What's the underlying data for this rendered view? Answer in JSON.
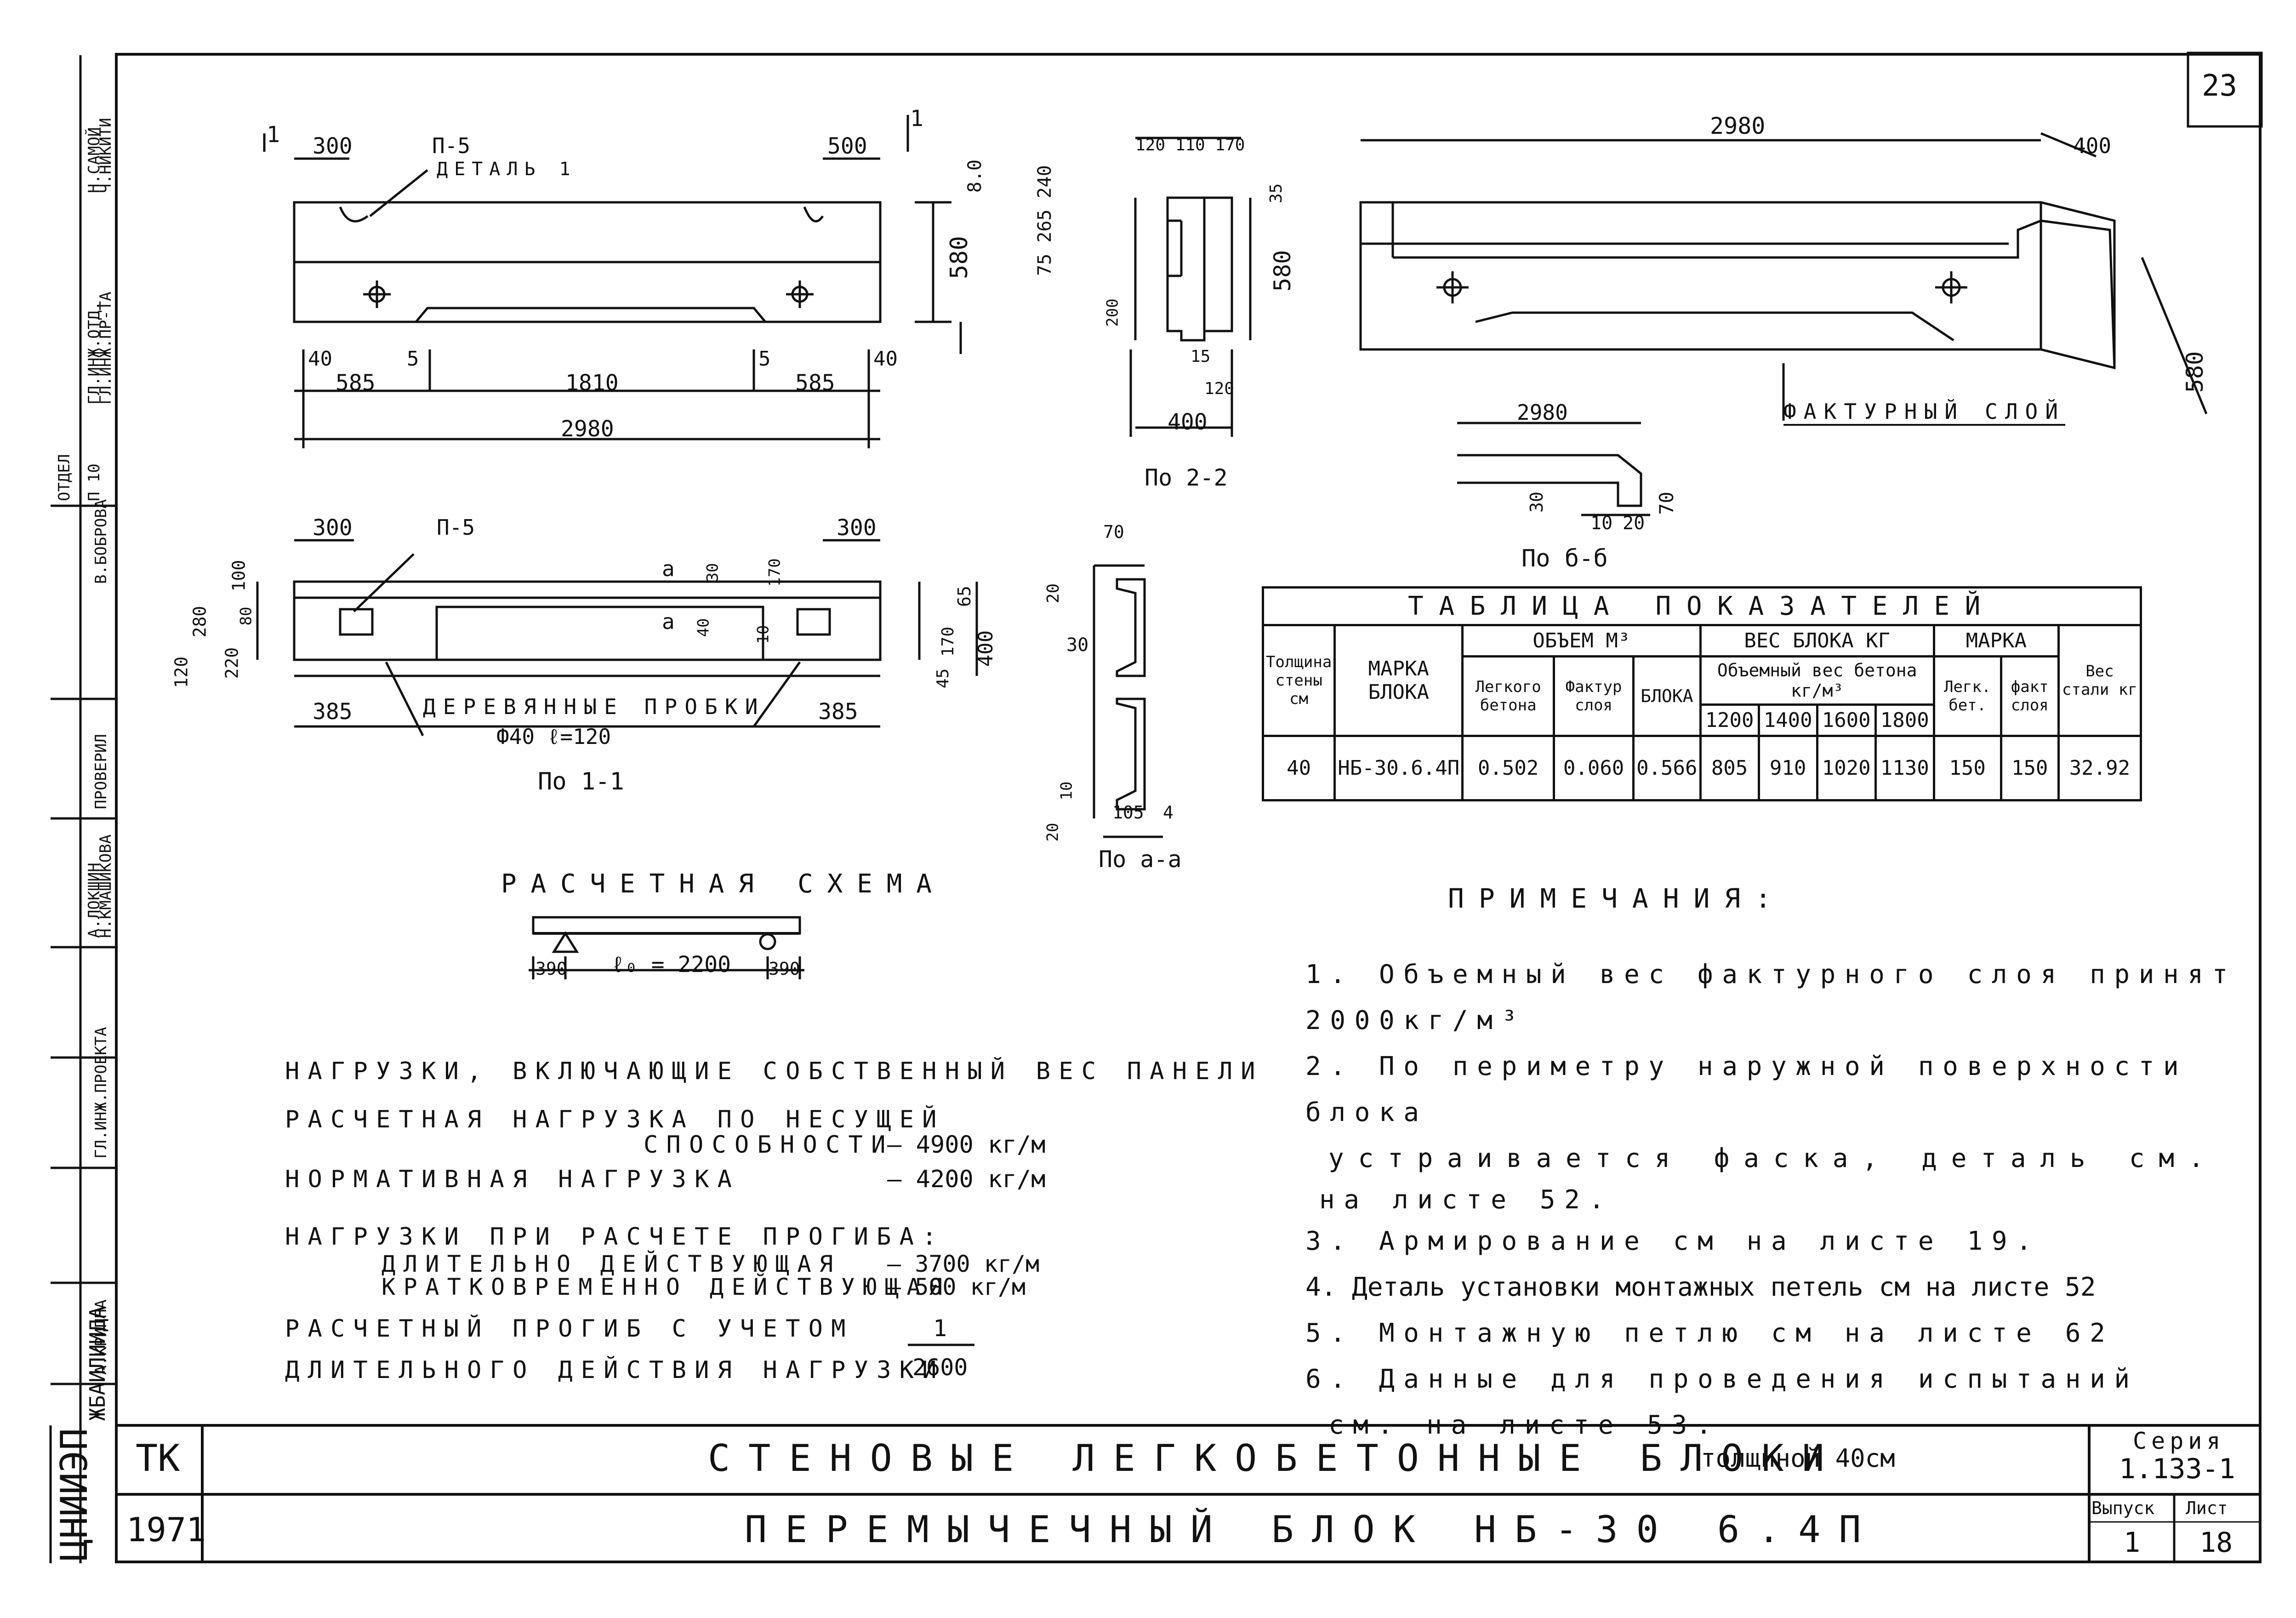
{
  "sheet_number": "23",
  "left_strip": [
    "ОТДЕЛ",
    "П 10",
    "ГЛ.ИНЖ.ОТД.",
    "ГЛ.ИНЖ.ПР-ТА",
    "Н.САМОЙ",
    "Ч.НИКИТИ",
    "В.БОБРОВА",
    "ПРОВЕРИЛ",
    "А.ЛОКШИН",
    "Н.КМАШИКОВА",
    "ГЛ.ИНЖ.ПРОЕКТА",
    "А.КРИППА",
    "ЖБАИЛИИДА",
    "ЦНИИЭП"
  ],
  "drawings": {
    "plan_top": {
      "dims_top": [
        "300",
        "500"
      ],
      "callout": "П-5",
      "detail": "ДЕТАЛЬ 1",
      "height": "580",
      "bottom_small": [
        "40",
        "5",
        "5",
        "40"
      ],
      "bottom_parts": [
        "585",
        "1810",
        "585"
      ],
      "total": "2980",
      "section_mark": "1",
      "top_offset": "8.0"
    },
    "section_22": {
      "top_dims": "120 110 170",
      "left_dims": "75 265 240",
      "small_dims": [
        "35",
        "200",
        "15",
        "120"
      ],
      "height": "580",
      "width": "400",
      "caption": "По 2-2"
    },
    "iso": {
      "length": "2980",
      "depth": "400",
      "height": "580",
      "label": "ФАКТУРНЫЙ СЛОЙ"
    },
    "section_bb": {
      "length": "2980",
      "dims": [
        "30",
        "70",
        "10",
        "20"
      ],
      "caption": "По б-б"
    },
    "section_11": {
      "dims_top": [
        "300",
        "300"
      ],
      "callout": "П-5",
      "right_dims": [
        "65",
        "170",
        "45",
        "400"
      ],
      "left_dims": [
        "120",
        "280",
        "220",
        "80",
        "100"
      ],
      "mid_dims": [
        "30",
        "40",
        "170",
        "10"
      ],
      "section_marks": [
        "а",
        "а"
      ],
      "bottom": [
        "385",
        "385"
      ],
      "plugs_1": "ДЕРЕВЯННЫЕ ПРОБКИ",
      "plugs_2": "Ф40  ℓ=120",
      "caption": "По 1-1"
    },
    "section_aa": {
      "dims": [
        "70",
        "20",
        "30",
        "10",
        "20",
        "105",
        "4"
      ],
      "caption": "По а-а"
    }
  },
  "scheme": {
    "title": "РАСЧЕТНАЯ  СХЕМА",
    "left": "390",
    "span": "ℓ₀ = 2200",
    "right": "390"
  },
  "table": {
    "title": "ТАБЛИЦА   ПОКАЗАТЕЛЕЙ",
    "h_thickness": "Толщина стены см",
    "h_mark": "МАРКА БЛОКА",
    "h_volume": "ОБЪЕМ  М³",
    "h_light": "Легкого бетона",
    "h_fact": "Фактур слоя",
    "h_block": "БЛОКА",
    "h_weight": "ВЕС БЛОКА КГ",
    "h_density": "Объемный вес бетона кг/м³",
    "densities": [
      "1200",
      "1400",
      "1600",
      "1800"
    ],
    "h_grade": "МАРКА",
    "h_grade_light": "Легк. бет.",
    "h_grade_fact": "факт слоя",
    "h_steel": "Вес стали кг",
    "row": [
      "40",
      "НБ-30.6.4П",
      "0.502",
      "0.060",
      "0.566",
      "805",
      "910",
      "1020",
      "1130",
      "150",
      "150",
      "32.92"
    ]
  },
  "notes_title": "ПРИМЕЧАНИЯ:",
  "notes": [
    "1. Объемный вес фактурного слоя принят 2000кг/м³",
    "2. По периметру наружной поверхности блока",
    "устраивается фаска, деталь см.",
    "на листе 52.",
    "3. Армирование см на листе 19.",
    "4. Деталь установки монтажных петель см на листе 52",
    "5. Монтажную петлю см на листе 62",
    "6. Данные для проведения испытаний",
    "см. на листе 53."
  ],
  "loads": {
    "heading": "НАГРУЗКИ, ВКЛЮЧАЮЩИЕ СОБСТВЕННЫЙ ВЕС ПАНЕЛИ",
    "calc_1": "РАСЧЕТНАЯ НАГРУЗКА ПО НЕСУЩЕЙ",
    "calc_2": "СПОСОБНОСТИ",
    "calc_val": "— 4900 кг/м",
    "norm": "НОРМАТИВНАЯ НАГРУЗКА",
    "norm_val": "— 4200 кг/м",
    "defl": "НАГРУЗКИ ПРИ РАСЧЕТЕ ПРОГИБА:",
    "long": "ДЛИТЕЛЬНО ДЕЙСТВУЮЩАЯ",
    "long_val": "— 3700 кг/м",
    "short": "КРАТКОВРЕМЕННО ДЕЙСТВУЮЩАЯ",
    "short_val": "— 500 кг/м",
    "def_1": "РАСЧЕТНЫЙ ПРОГИБ С УЧЕТОМ",
    "def_2": "ДЛИТЕЛЬНОГО ДЕЙСТВИЯ НАГРУЗКИ",
    "def_num": "1",
    "def_den": "2600"
  },
  "title_block": {
    "org": "ТК",
    "year": "1971",
    "line1": "СТЕНОВЫЕ ЛЕГКОБЕТОННЫЕ БЛОКИ",
    "line1b": "толщиной 40см",
    "line2": "ПЕРЕМЫЧЕЧНЫЙ БЛОК НБ-30 6.4П",
    "series_label": "Серия",
    "series": "1.133-1",
    "issue_label": "Выпуск",
    "issue": "1",
    "sheet_label": "Лист",
    "sheet": "18"
  }
}
